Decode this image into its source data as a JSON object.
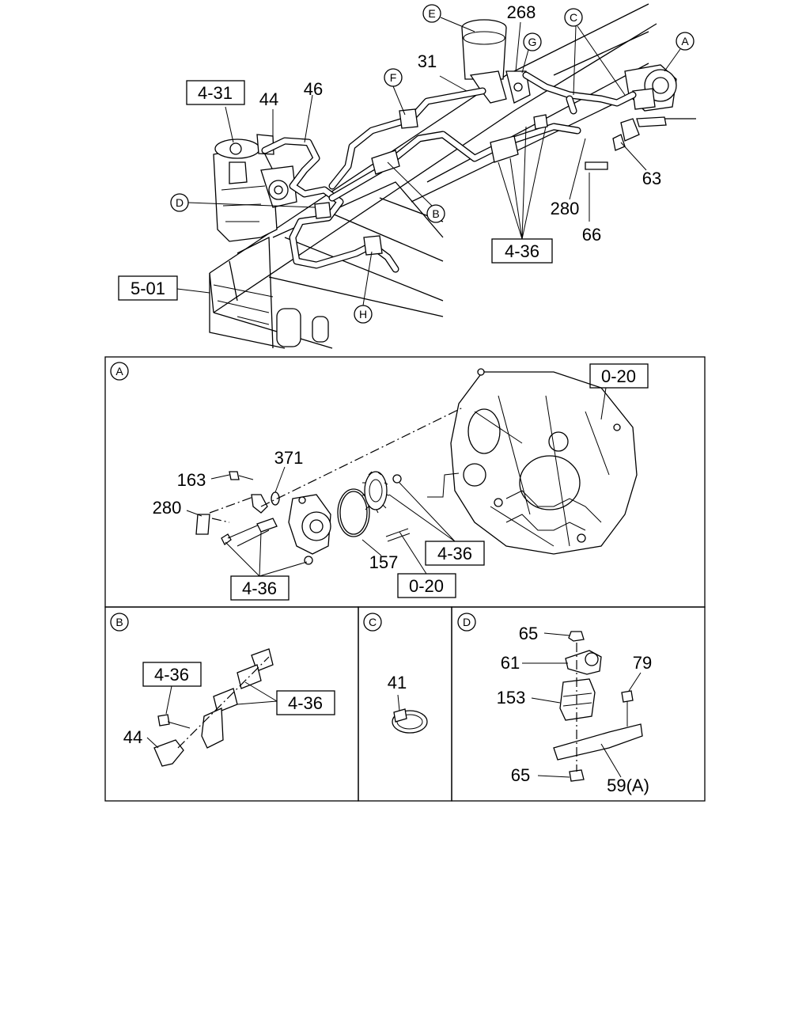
{
  "main_view": {
    "ref_boxes": [
      "4-31",
      "4-36",
      "5-01"
    ],
    "callout_letters": [
      "E",
      "G",
      "C",
      "A",
      "F",
      "D",
      "B",
      "H"
    ],
    "part_numbers": [
      "268",
      "31",
      "44",
      "46",
      "63",
      "280",
      "66"
    ]
  },
  "panels": [
    {
      "id": "A",
      "ref_boxes": [
        "0-20",
        "4-36",
        "4-36",
        "0-20"
      ],
      "part_numbers": [
        "371",
        "163",
        "280",
        "157"
      ]
    },
    {
      "id": "B",
      "ref_boxes": [
        "4-36",
        "4-36"
      ],
      "part_numbers": [
        "44"
      ]
    },
    {
      "id": "C",
      "ref_boxes": [],
      "part_numbers": [
        "41"
      ]
    },
    {
      "id": "D",
      "ref_boxes": [],
      "part_numbers": [
        "65",
        "61",
        "79",
        "153",
        "65",
        "59(A)"
      ]
    }
  ]
}
